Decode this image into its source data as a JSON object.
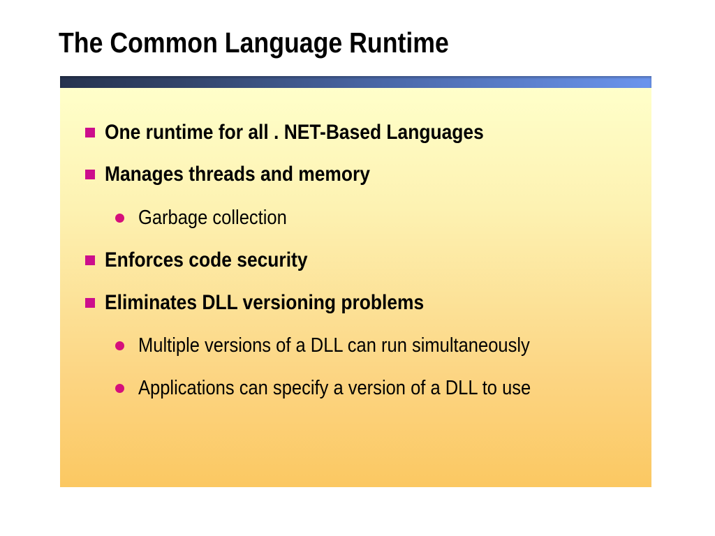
{
  "slide": {
    "title": "The Common Language Runtime",
    "colors": {
      "bar_gradient_start": "#26334f",
      "bar_gradient_end": "#6b95ee",
      "panel_top": "#ffffca",
      "panel_bottom": "#fbc862",
      "square_bullet": "#cc0e8c",
      "round_bullet": "#d50f7b",
      "title_text": "#000000",
      "body_text": "#000000",
      "page_background": "#ffffff"
    },
    "bullets": [
      {
        "level": 1,
        "text": "One runtime for all . NET-Based Languages"
      },
      {
        "level": 1,
        "text": "Manages threads and memory"
      },
      {
        "level": 2,
        "text": "Garbage collection"
      },
      {
        "level": 1,
        "text": "Enforces code security"
      },
      {
        "level": 1,
        "text": "Eliminates DLL versioning problems"
      },
      {
        "level": 2,
        "text": "Multiple versions of a DLL can run simultaneously"
      },
      {
        "level": 2,
        "text": "Applications can specify a version of a DLL to use"
      }
    ]
  }
}
